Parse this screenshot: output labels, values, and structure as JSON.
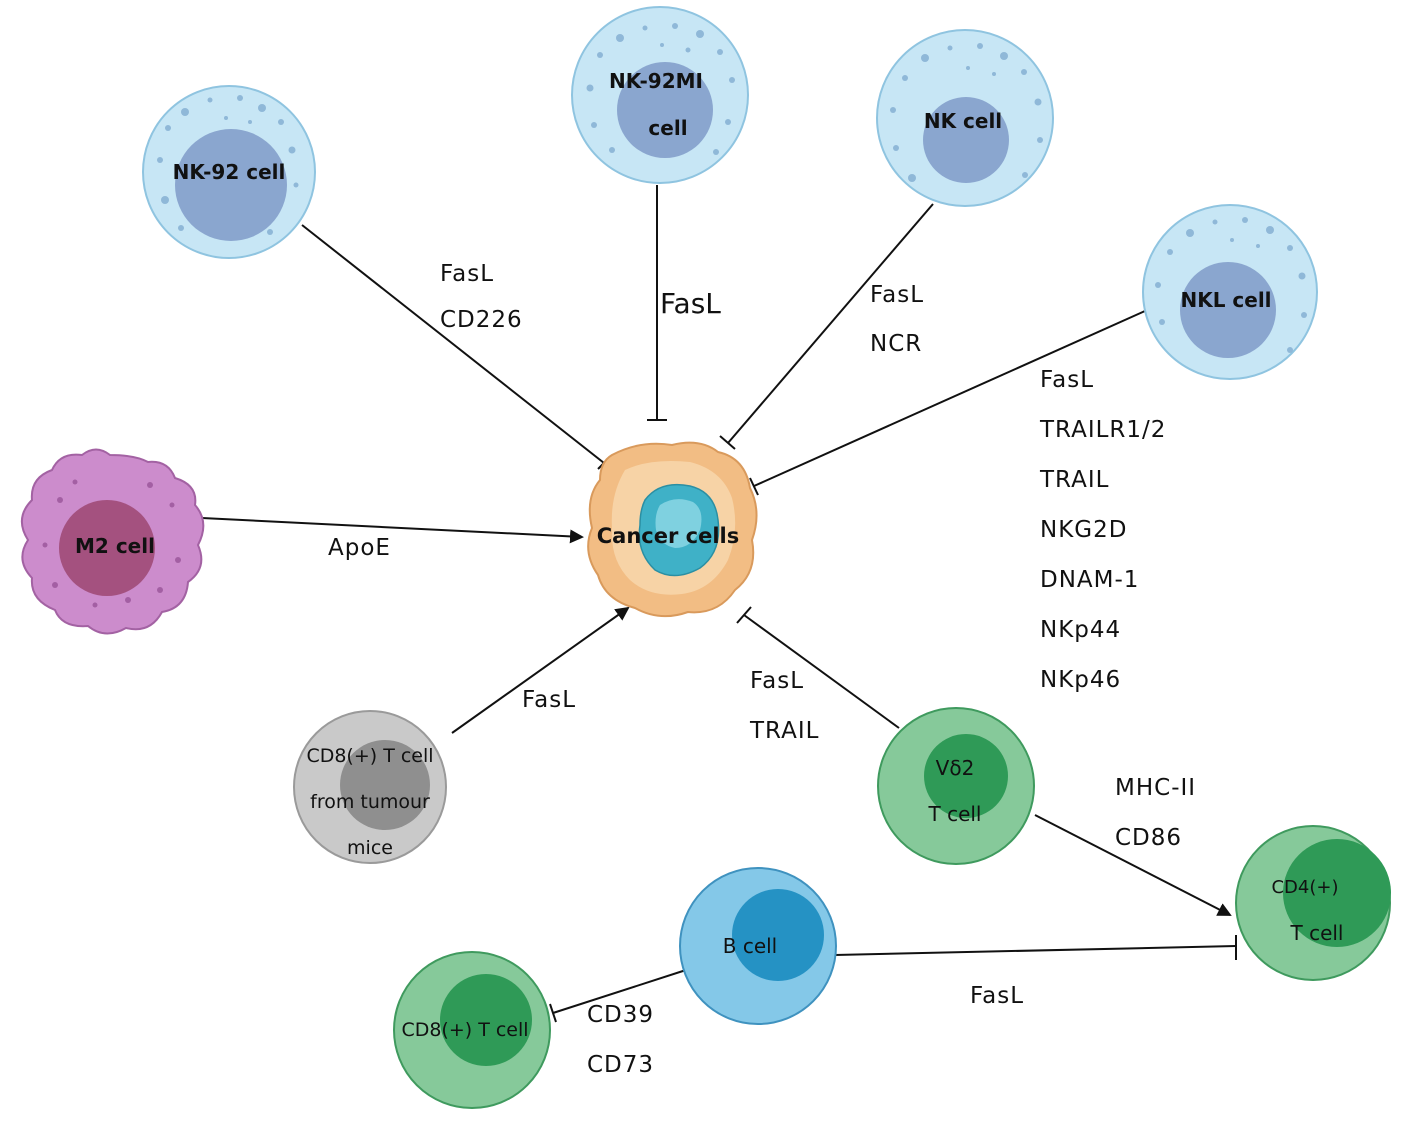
{
  "cells": {
    "nk92": "NK-92 cell",
    "nk92mi_line1": "NK-92MI",
    "nk92mi_line2": "cell",
    "nk": "NK cell",
    "nkl": "NKL cell",
    "m2": "M2 cell",
    "cancer": "Cancer cells",
    "cd8_tumour_line1": "CD8(+) T cell",
    "cd8_tumour_line2": "from tumour",
    "cd8_tumour_line3": "mice",
    "vd2_line1": "Vδ2",
    "vd2_line2": "T cell",
    "cd4_line1": "CD4(+)",
    "cd4_line2": "T cell",
    "b": "B cell",
    "cd8": "CD8(+) T cell"
  },
  "edges": {
    "nk92_cancer": [
      "FasL",
      "CD226"
    ],
    "nk92mi_cancer": [
      "FasL"
    ],
    "nk_cancer": [
      "FasL",
      "NCR"
    ],
    "nkl_cancer": [
      "FasL",
      "TRAILR1/2",
      "TRAIL",
      "NKG2D",
      "DNAM-1",
      "NKp44",
      "NKp46"
    ],
    "m2_cancer": [
      "ApoE"
    ],
    "cd8tumour_cancer": [
      "FasL"
    ],
    "vd2_cancer": [
      "FasL",
      "TRAIL"
    ],
    "vd2_cd4": [
      "MHC-II",
      "CD86"
    ],
    "b_cd4": [
      "FasL"
    ],
    "b_cd8": [
      "CD39",
      "CD73"
    ]
  },
  "colors": {
    "nk_outer": "#c7e6f5",
    "nk_inner": "#8aa6cf",
    "m2_outer": "#cc8ccc",
    "m2_inner": "#a4517f",
    "cancer_outer": "#f2bd84",
    "cancer_inner": "#3fb1c7",
    "grey_outer": "#c9c9c9",
    "grey_inner": "#8f8f8f",
    "tcell_outer": "#86c99a",
    "tcell_inner": "#2f9a57",
    "b_outer": "#84c8e8",
    "b_inner": "#2592c4"
  }
}
